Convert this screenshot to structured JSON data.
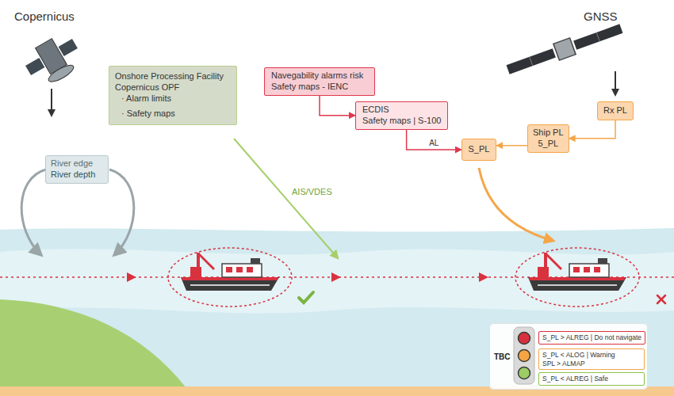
{
  "diagram": {
    "nodes": [
      {
        "text": [
          "River edge",
          "River depth"
        ]
      },
      {
        "text": [
          "Onshore Processing Facility Copernicus OPF",
          "· Alarm limits",
          "· Safety maps"
        ]
      },
      {
        "text": [
          "Navegability alarms risk",
          "Safety maps - IENC"
        ]
      },
      {
        "text": [
          "ECDIS",
          "Safety maps | S-100"
        ]
      },
      {
        "text": [
          "S_PL"
        ]
      },
      {
        "text": [
          "Ship PL",
          "5_PL"
        ]
      },
      {
        "text": [
          "Rx PL"
        ]
      },
      {
        "text": [
          "TBC"
        ]
      },
      {
        "text": [
          "S_PL > ALREG | Do not navigate"
        ],
        "in": 7
      },
      {
        "text": [
          "S_PL < ALOG | Warning",
          "SPL > ALMAP"
        ],
        "in": 7
      },
      {
        "text": [
          "S_PL < ALREG | Safe"
        ],
        "in": 7
      }
    ],
    "edges": [
      {
        "from": 2,
        "to": 3,
        "arrow": "to"
      },
      {
        "from": 3,
        "to": 4,
        "label": "AL",
        "arrow": "to"
      },
      {
        "from": 6,
        "to": 5,
        "arrow": "to"
      },
      {
        "from": 5,
        "to": 4,
        "arrow": "to"
      }
    ],
    "labels": [
      "Copernicus",
      "GNSS",
      "AIS/VDES"
    ]
  }
}
